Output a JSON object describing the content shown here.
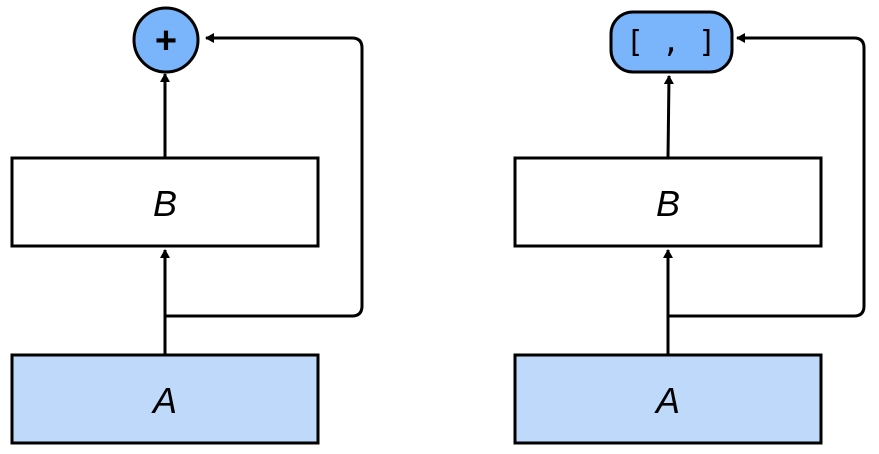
{
  "colors": {
    "box_fill_input": "#bfd9fb",
    "box_fill_layer": "#ffffff",
    "op_fill": "#7ab4fb",
    "stroke": "#000000"
  },
  "panels": [
    {
      "input_box": {
        "label": "A"
      },
      "layer_box": {
        "label": "B"
      },
      "combine_op": {
        "symbol": "+",
        "shape": "circle"
      }
    },
    {
      "input_box": {
        "label": "A"
      },
      "layer_box": {
        "label": "B"
      },
      "combine_op": {
        "symbol": "[ , ]",
        "shape": "rounded-pill"
      }
    }
  ]
}
